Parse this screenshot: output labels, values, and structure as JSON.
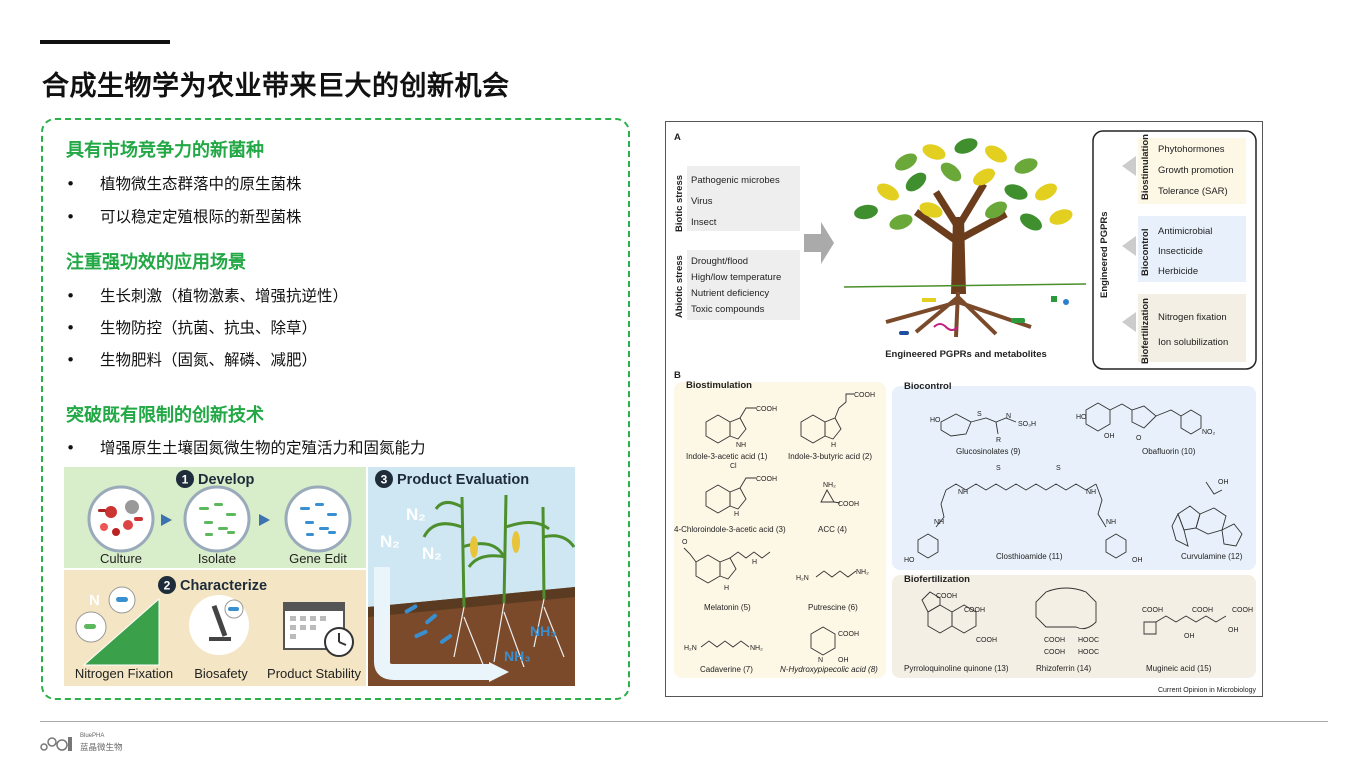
{
  "title": "合成生物学为农业带来巨大的创新机会",
  "sections": [
    {
      "heading": "具有市场竞争力的新菌种",
      "bullets": [
        "植物微生态群落中的原生菌株",
        "可以稳定定殖根际的新型菌株"
      ]
    },
    {
      "heading": "注重强功效的应用场景",
      "bullets": [
        "生长刺激（植物激素、增强抗逆性）",
        "生物防控（抗菌、抗虫、除草）",
        "生物肥料（固氮、解磷、减肥）"
      ]
    },
    {
      "heading": "突破既有限制的创新技术",
      "bullets": [
        "增强原生土壤固氮微生物的定殖活力和固氮能力"
      ]
    }
  ],
  "bullet_marker": "•",
  "illustration": {
    "develop": {
      "number": "1",
      "title": "Develop",
      "labels": [
        "Culture",
        "Isolate",
        "Gene Edit"
      ]
    },
    "characterize": {
      "number": "2",
      "title": "Characterize",
      "labels": [
        "Nitrogen Fixation",
        "Biosafety",
        "Product Stability"
      ],
      "n_label": "N"
    },
    "evaluation": {
      "number": "3",
      "title": "Product Evaluation",
      "n2_a": "N₂",
      "n2_b": "N₂",
      "n2_c": "N₂",
      "nh3_a": "NH₃",
      "nh3_b": "NH₃"
    }
  },
  "figure": {
    "panel_a": "A",
    "panel_b": "B",
    "biotic_label": "Biotic stress",
    "biotic_items": [
      "Pathogenic microbes",
      "Virus",
      "Insect"
    ],
    "abiotic_label": "Abiotic stress",
    "abiotic_items": [
      "Drought/flood",
      "High/low temperature",
      "Nutrient deficiency",
      "Toxic compounds"
    ],
    "tree_caption": "Engineered PGPRs and metabolites",
    "engineered_label": "Engineered PGPRs",
    "biostim_label": "Biostimulation",
    "biostim_items": [
      "Phytohormones",
      "Growth promotion",
      "Tolerance (SAR)"
    ],
    "biocontrol_label": "Biocontrol",
    "biocontrol_items": [
      "Antimicrobial",
      "Insecticide",
      "Herbicide"
    ],
    "biofert_label": "Biofertilization",
    "biofert_items": [
      "Nitrogen fixation",
      "Ion solubilization"
    ],
    "b_biostim_head": "Biostimulation",
    "b_biocontrol_head": "Biocontrol",
    "b_biofert_head": "Biofertilization",
    "compounds": {
      "c1": "Indole-3-acetic acid (1)",
      "c2": "Indole-3-butyric acid (2)",
      "c3": "4-Chloroindole-3-acetic acid (3)",
      "c4": "ACC (4)",
      "c5": "Melatonin (5)",
      "c6": "Putrescine (6)",
      "c7": "Cadaverine (7)",
      "c8": "N-Hydroxypipecolic acid (8)",
      "c9": "Glucosinolates (9)",
      "c10": "Obafluorin (10)",
      "c11": "Closthioamide (11)",
      "c12": "Curvulamine (12)",
      "c13": "Pyrroloquinoline quinone (13)",
      "c14": "Rhizoferrin (14)",
      "c15": "Mugineic acid (15)"
    },
    "chem_labels": {
      "cooh": "COOH",
      "nh": "NH",
      "h": "H",
      "n": "N",
      "cl": "Cl",
      "nh2": "NH₂",
      "h2n": "H₂N",
      "oh": "OH",
      "ho": "HO",
      "s": "S",
      "o": "O",
      "no2": "NO₂",
      "so3h": "SO₃H",
      "r": "R",
      "hooc": "HOOC"
    },
    "source": "Current Opinion in Microbiology"
  },
  "logo": {
    "en": "BluePHA",
    "cn": "蓝晶微生物"
  },
  "colors": {
    "accent_green": "#22a845",
    "dash_green": "#2bb04a",
    "biostim_bg": "#fdf7e6",
    "biocontrol_bg": "#e8f1fb",
    "biofert_bg": "#f4efe4"
  }
}
